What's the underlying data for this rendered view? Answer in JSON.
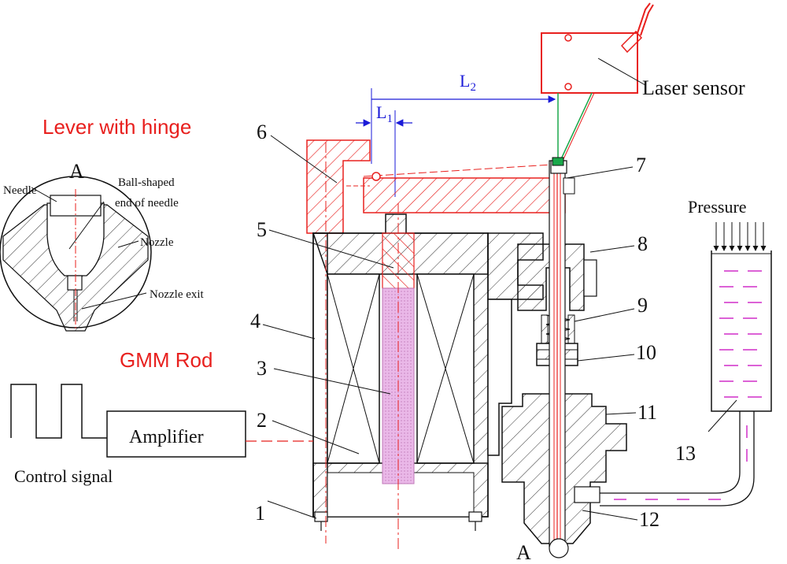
{
  "labels": {
    "lever": "Lever with hinge",
    "gmm_rod": "GMM Rod",
    "laser_sensor": "Laser sensor",
    "pressure": "Pressure",
    "amplifier": "Amplifier",
    "control_signal": "Control signal",
    "detail_letter": "A",
    "needle": "Needle",
    "ball_shaped_1": "Ball-shaped",
    "ball_shaped_2": "end of needle",
    "nozzle": "Nozzle",
    "nozzle_exit": "Nozzle exit",
    "section_letter": "A",
    "l1": "L",
    "l1_sub": "1",
    "l2": "L",
    "l2_sub": "2"
  },
  "parts": {
    "p1": "1",
    "p2": "2",
    "p3": "3",
    "p4": "4",
    "p5": "5",
    "p6": "6",
    "p7": "7",
    "p8": "8",
    "p9": "9",
    "p10": "10",
    "p11": "11",
    "p12": "12",
    "p13": "13"
  },
  "colors": {
    "highlight": "#e8201e",
    "dimension": "#1a1ad8",
    "rod_fill": "#e7b0e5",
    "line": "#1a1a1a",
    "laser_green": "#1aa84a"
  }
}
